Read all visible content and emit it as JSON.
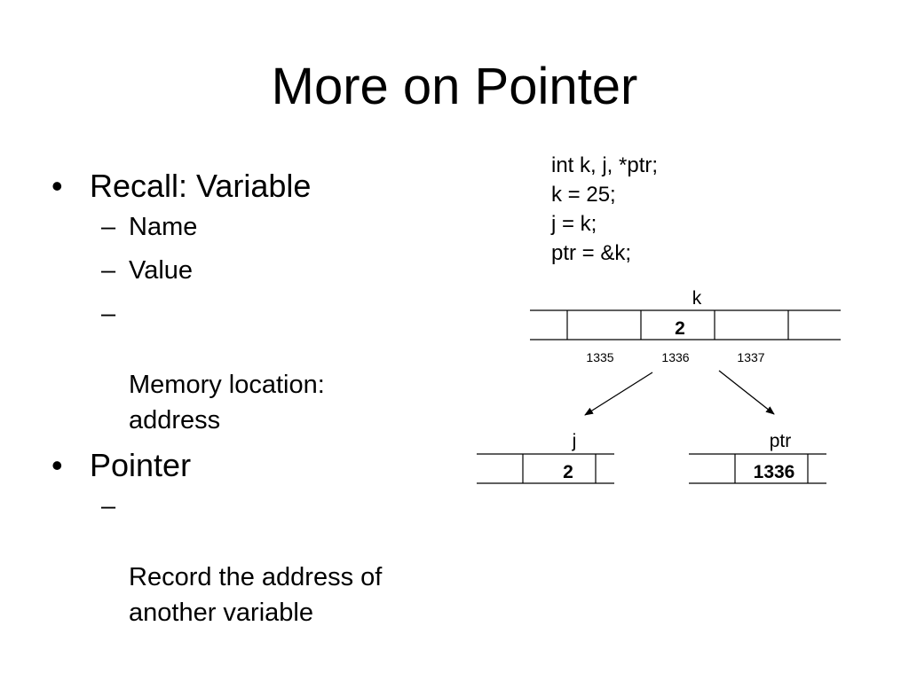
{
  "slide": {
    "title": "More on Pointer",
    "bullets": [
      {
        "text": "Recall: Variable",
        "sub": [
          "Name",
          "Value",
          "Memory location:\naddress"
        ]
      },
      {
        "text": "Pointer",
        "sub": [
          "Record the address of\nanother variable"
        ]
      }
    ],
    "bullet_marker": "•",
    "sub_marker": "–"
  },
  "code": {
    "lines": [
      "int k, j, *ptr;",
      "k = 25;",
      "j = k;",
      "ptr = &k;"
    ]
  },
  "diagram": {
    "k_var": {
      "label": "k",
      "value": "2"
    },
    "addresses": [
      "1335",
      "1336",
      "1337"
    ],
    "j_var": {
      "label": "j",
      "value": "2"
    },
    "ptr_var": {
      "label": "ptr",
      "value": "1336"
    }
  }
}
